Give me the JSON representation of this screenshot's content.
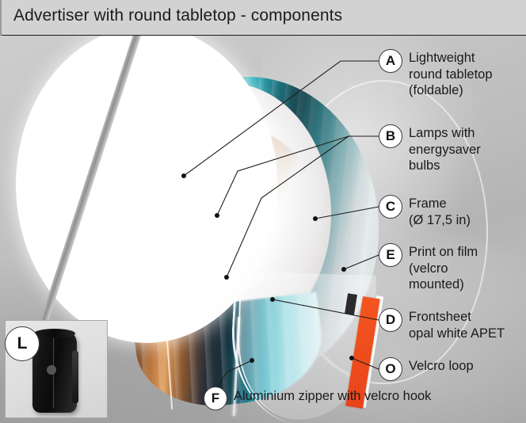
{
  "header": {
    "title": "Advertiser with round tabletop - components"
  },
  "colors": {
    "velcro_orange": "#EE4A1E",
    "print_film_teal": "#2FB9C6",
    "header_bg": "#D2D2D2",
    "badge_border": "#3A3A3A"
  },
  "callouts": [
    {
      "key": "A",
      "text": "Lightweight\nround tabletop\n(foldable)"
    },
    {
      "key": "B",
      "text": "Lamps with\nenergysaver\nbulbs"
    },
    {
      "key": "C",
      "text": "Frame\n(Ø 17,5 in)"
    },
    {
      "key": "E",
      "text": "Print on film\n(velcro\nmounted)"
    },
    {
      "key": "D",
      "text": "Frontsheet\nopal white APET"
    },
    {
      "key": "O",
      "text": "Velcro loop"
    },
    {
      "key": "F",
      "text": "Aluminium zipper with velcro hook"
    },
    {
      "key": "L",
      "text": ""
    }
  ]
}
